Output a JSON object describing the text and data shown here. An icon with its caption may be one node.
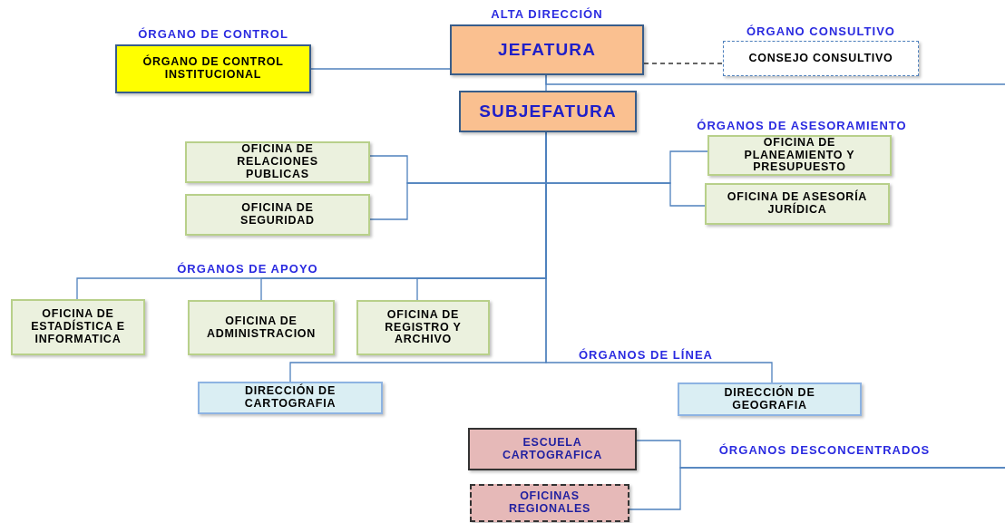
{
  "diagram": {
    "nodes": [
      {
        "text": [
          "ÓRGANO DE CONTROL INSTITUCIONAL"
        ],
        "beside": [
          "ÓRGANO DE CONTROL"
        ]
      },
      {
        "text": [
          "JEFATURA"
        ],
        "beside": [
          "ALTA DIRECCIÓN"
        ]
      },
      {
        "text": [
          "CONSEJO CONSULTIVO"
        ],
        "beside": [
          "ÓRGANO CONSULTIVO"
        ]
      },
      {
        "text": [
          "SUBJEFATURA"
        ]
      },
      {
        "text": [
          "OFICINA DE RELACIONES PUBLICAS"
        ]
      },
      {
        "text": [
          "OFICINA DE PLANEAMIENTO Y PRESUPUESTO"
        ]
      },
      {
        "text": [
          "OFICINA DE SEGURIDAD"
        ]
      },
      {
        "text": [
          "OFICINA DE ASESORÍA JURÍDICA"
        ]
      },
      {
        "text": [
          "OFICINA DE ESTADÍSTICA E INFORMATICA"
        ]
      },
      {
        "text": [
          "OFICINA DE ADMINISTRACION"
        ]
      },
      {
        "text": [
          "OFICINA DE REGISTRO Y ARCHIVO"
        ]
      },
      {
        "text": [
          "DIRECCIÓN DE CARTOGRAFIA"
        ]
      },
      {
        "text": [
          "DIRECCIÓN DE GEOGRAFIA"
        ]
      },
      {
        "text": [
          "ESCUELA CARTOGRAFICA"
        ]
      },
      {
        "text": [
          "OFICINAS REGIONALES"
        ]
      }
    ],
    "edges": [
      {
        "from": 0,
        "to": 1,
        "arrow": "none"
      },
      {
        "from": 1,
        "to": 2,
        "arrow": "none",
        "style": "dashed",
        "color": "#333333"
      },
      {
        "from": 1,
        "to": 3,
        "arrow": "none"
      },
      {
        "from": 3,
        "to": 4,
        "arrow": "none"
      },
      {
        "from": 3,
        "to": 6,
        "arrow": "none"
      },
      {
        "from": 3,
        "to": 5,
        "arrow": "none"
      },
      {
        "from": 3,
        "to": 7,
        "arrow": "none"
      },
      {
        "from": 3,
        "to": 8,
        "arrow": "none"
      },
      {
        "from": 3,
        "to": 9,
        "arrow": "none"
      },
      {
        "from": 3,
        "to": 10,
        "arrow": "none"
      },
      {
        "from": 3,
        "to": 11,
        "arrow": "none"
      },
      {
        "from": 3,
        "to": 12,
        "arrow": "none"
      },
      {
        "from": 1,
        "to": null,
        "arrow": "none"
      },
      {
        "from": null,
        "to": 13,
        "arrow": "none"
      },
      {
        "from": null,
        "to": 14,
        "arrow": "none"
      }
    ],
    "labels": [
      "ÓRGANOS DE ASESORAMIENTO",
      "ÓRGANOS DE APOYO",
      "ÓRGANOS DE LÍNEA",
      "ÓRGANOS DESCONCENTRADOS"
    ]
  }
}
